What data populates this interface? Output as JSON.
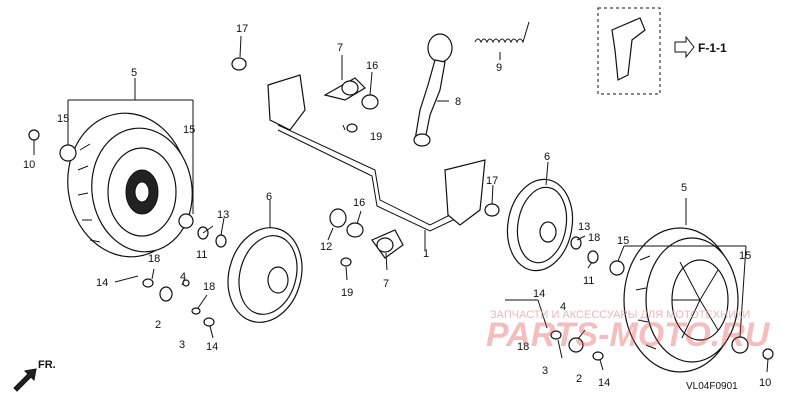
{
  "labels": {
    "p1": "1",
    "p2a": "2",
    "p2b": "2",
    "p3a": "3",
    "p3b": "3",
    "p4a": "4",
    "p4b": "4",
    "p5a": "5",
    "p5b": "5",
    "p6a": "6",
    "p6b": "6",
    "p7a": "7",
    "p7b": "7",
    "p8": "8",
    "p9": "9",
    "p10a": "10",
    "p10b": "10",
    "p11a": "11",
    "p11b": "11",
    "p12": "12",
    "p13a": "13",
    "p13b": "13",
    "p14a": "14",
    "p14b": "14",
    "p14c": "14",
    "p14d": "14",
    "p15a": "15",
    "p15b": "15",
    "p15c": "15",
    "p15d": "15",
    "p16a": "16",
    "p16b": "16",
    "p17a": "17",
    "p17b": "17",
    "p18a": "18",
    "p18b": "18",
    "p18c": "18",
    "p18d": "18",
    "p19a": "19",
    "p19b": "19"
  },
  "reference": "F-1-1",
  "direction": "FR.",
  "diagram_code": "VL04F0901",
  "watermark": {
    "top": "ЗАПЧАСТИ И АКСЕССУАРЫ ДЛЯ МОТОТЕХНИКИ",
    "main": "PARTS-MOTO.RU"
  }
}
